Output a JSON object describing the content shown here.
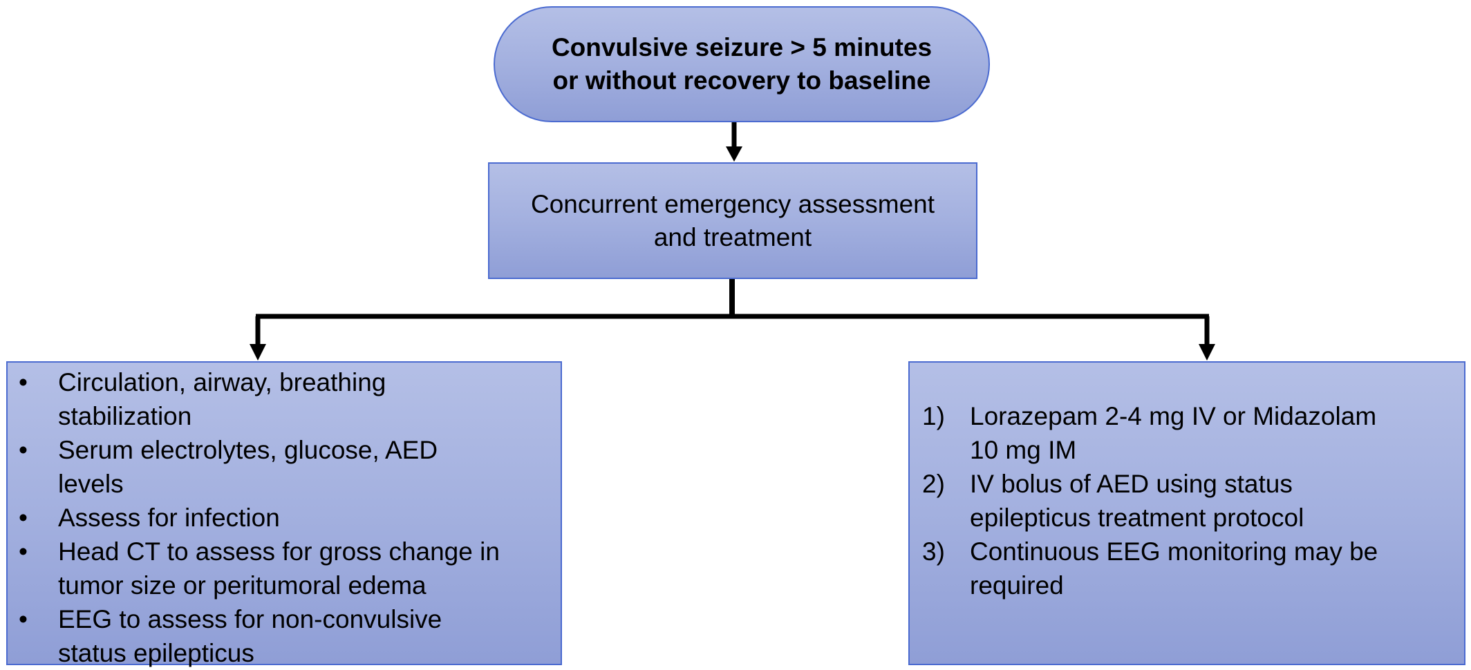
{
  "nodes": {
    "start": {
      "lines": [
        "Convulsive seizure > 5 minutes",
        "or without recovery to baseline"
      ]
    },
    "assessment": {
      "lines": [
        "Concurrent emergency assessment",
        "and treatment"
      ]
    },
    "workup": {
      "marker": "•",
      "items": [
        [
          "Circulation, airway, breathing",
          "stabilization"
        ],
        [
          "Serum electrolytes,  glucose, AED",
          "levels"
        ],
        [
          "Assess for infection"
        ],
        [
          "Head CT to assess for gross change in",
          "tumor size or peritumoral edema"
        ],
        [
          "EEG to assess for non-convulsive",
          "status epilepticus"
        ]
      ]
    },
    "treatment": {
      "items": [
        {
          "marker": "1)",
          "lines": [
            "Lorazepam 2-4 mg IV or Midazolam",
            "10 mg IM"
          ]
        },
        {
          "marker": "2)",
          "lines": [
            "IV bolus of AED using status",
            "epilepticus treatment protocol"
          ]
        },
        {
          "marker": "3)",
          "lines": [
            "Continuous EEG monitoring may be",
            "required"
          ]
        }
      ]
    }
  },
  "colors": {
    "node_fill_top": "#b4bfe6",
    "node_fill_bottom": "#8f9ed6",
    "node_border": "#4a6ad0",
    "connector": "#000000"
  }
}
